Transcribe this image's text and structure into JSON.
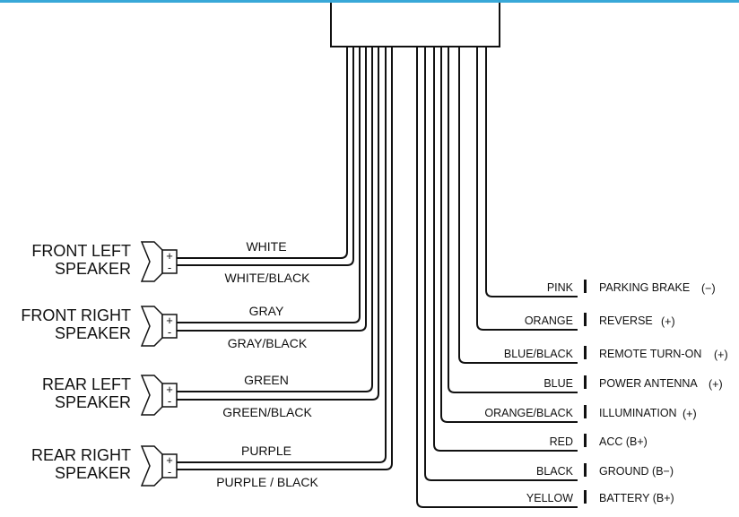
{
  "top_border_color": "#38a8d8",
  "speakers": [
    {
      "line1": "FRONT LEFT",
      "line2": "SPEAKER",
      "plus": "+",
      "minus": "-",
      "wire_pos": "WHITE",
      "wire_neg": "WHITE/BLACK"
    },
    {
      "line1": "FRONT RIGHT",
      "line2": "SPEAKER",
      "plus": "+",
      "minus": "-",
      "wire_pos": "GRAY",
      "wire_neg": "GRAY/BLACK"
    },
    {
      "line1": "REAR LEFT",
      "line2": "SPEAKER",
      "plus": "+",
      "minus": "-",
      "wire_pos": "GREEN",
      "wire_neg": "GREEN/BLACK"
    },
    {
      "line1": "REAR RIGHT",
      "line2": "SPEAKER",
      "plus": "+",
      "minus": "-",
      "wire_pos": "PURPLE",
      "wire_neg": "PURPLE / BLACK"
    }
  ],
  "power_wires": [
    {
      "color": "PINK",
      "function": "PARKING BRAKE",
      "polarity": "(−)"
    },
    {
      "color": "ORANGE",
      "function": "REVERSE",
      "polarity": "(+)"
    },
    {
      "color": "BLUE/BLACK",
      "function": "REMOTE TURN-ON",
      "polarity": "(+)"
    },
    {
      "color": "BLUE",
      "function": "POWER ANTENNA",
      "polarity": "(+)"
    },
    {
      "color": "ORANGE/BLACK",
      "function": "ILLUMINATION",
      "polarity": "(+)"
    },
    {
      "color": "RED",
      "function": "ACC (B+)",
      "polarity": ""
    },
    {
      "color": "BLACK",
      "function": "GROUND (B−)",
      "polarity": ""
    },
    {
      "color": "YELLOW",
      "function": "BATTERY (B+)",
      "polarity": ""
    }
  ]
}
